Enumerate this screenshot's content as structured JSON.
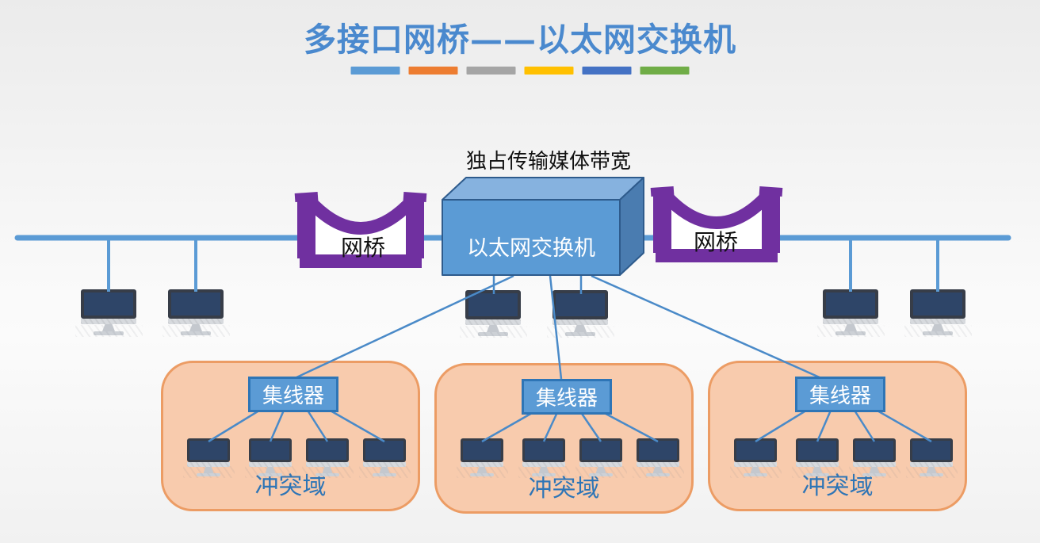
{
  "slide": {
    "title": "多接口网桥——以太网交换机",
    "title_color": "#4A89CE",
    "divider_colors": [
      "#5B9BD5",
      "#ED7D31",
      "#A5A5A5",
      "#FFC000",
      "#4472C4",
      "#70AD47"
    ]
  },
  "diagram": {
    "bandwidth_label": "独占传输媒体带宽",
    "switch_label": "以太网交换机",
    "bridge_left_label": "网桥",
    "bridge_right_label": "网桥",
    "bus_color": "#5B9BD5",
    "connector_color": "#4A8AC8",
    "bridge_color": "#7030A0",
    "switch_colors": {
      "front": "#5B9BD5",
      "top": "#86B2DF",
      "side": "#4A7CB0",
      "outline": "#2E5B8C"
    },
    "computers_on_bus_count": 4,
    "computers_below_switch_count": 2,
    "collision_domains": [
      {
        "hub_label": "集线器",
        "label": "冲突域",
        "computer_count": 4
      },
      {
        "hub_label": "集线器",
        "label": "冲突域",
        "computer_count": 4
      },
      {
        "hub_label": "集线器",
        "label": "冲突域",
        "computer_count": 4
      }
    ],
    "domain_colors": {
      "fill": "#F8CBAD",
      "border": "#EC9C64",
      "label": "#2E75B6"
    },
    "hub_colors": {
      "fill": "#5B9BD5",
      "border": "#2E75B6",
      "text": "#FFFFFF"
    },
    "monitor_colors": {
      "frame": "#373D48",
      "screen": "#2E4568",
      "stand": "#C9CDD2"
    }
  }
}
